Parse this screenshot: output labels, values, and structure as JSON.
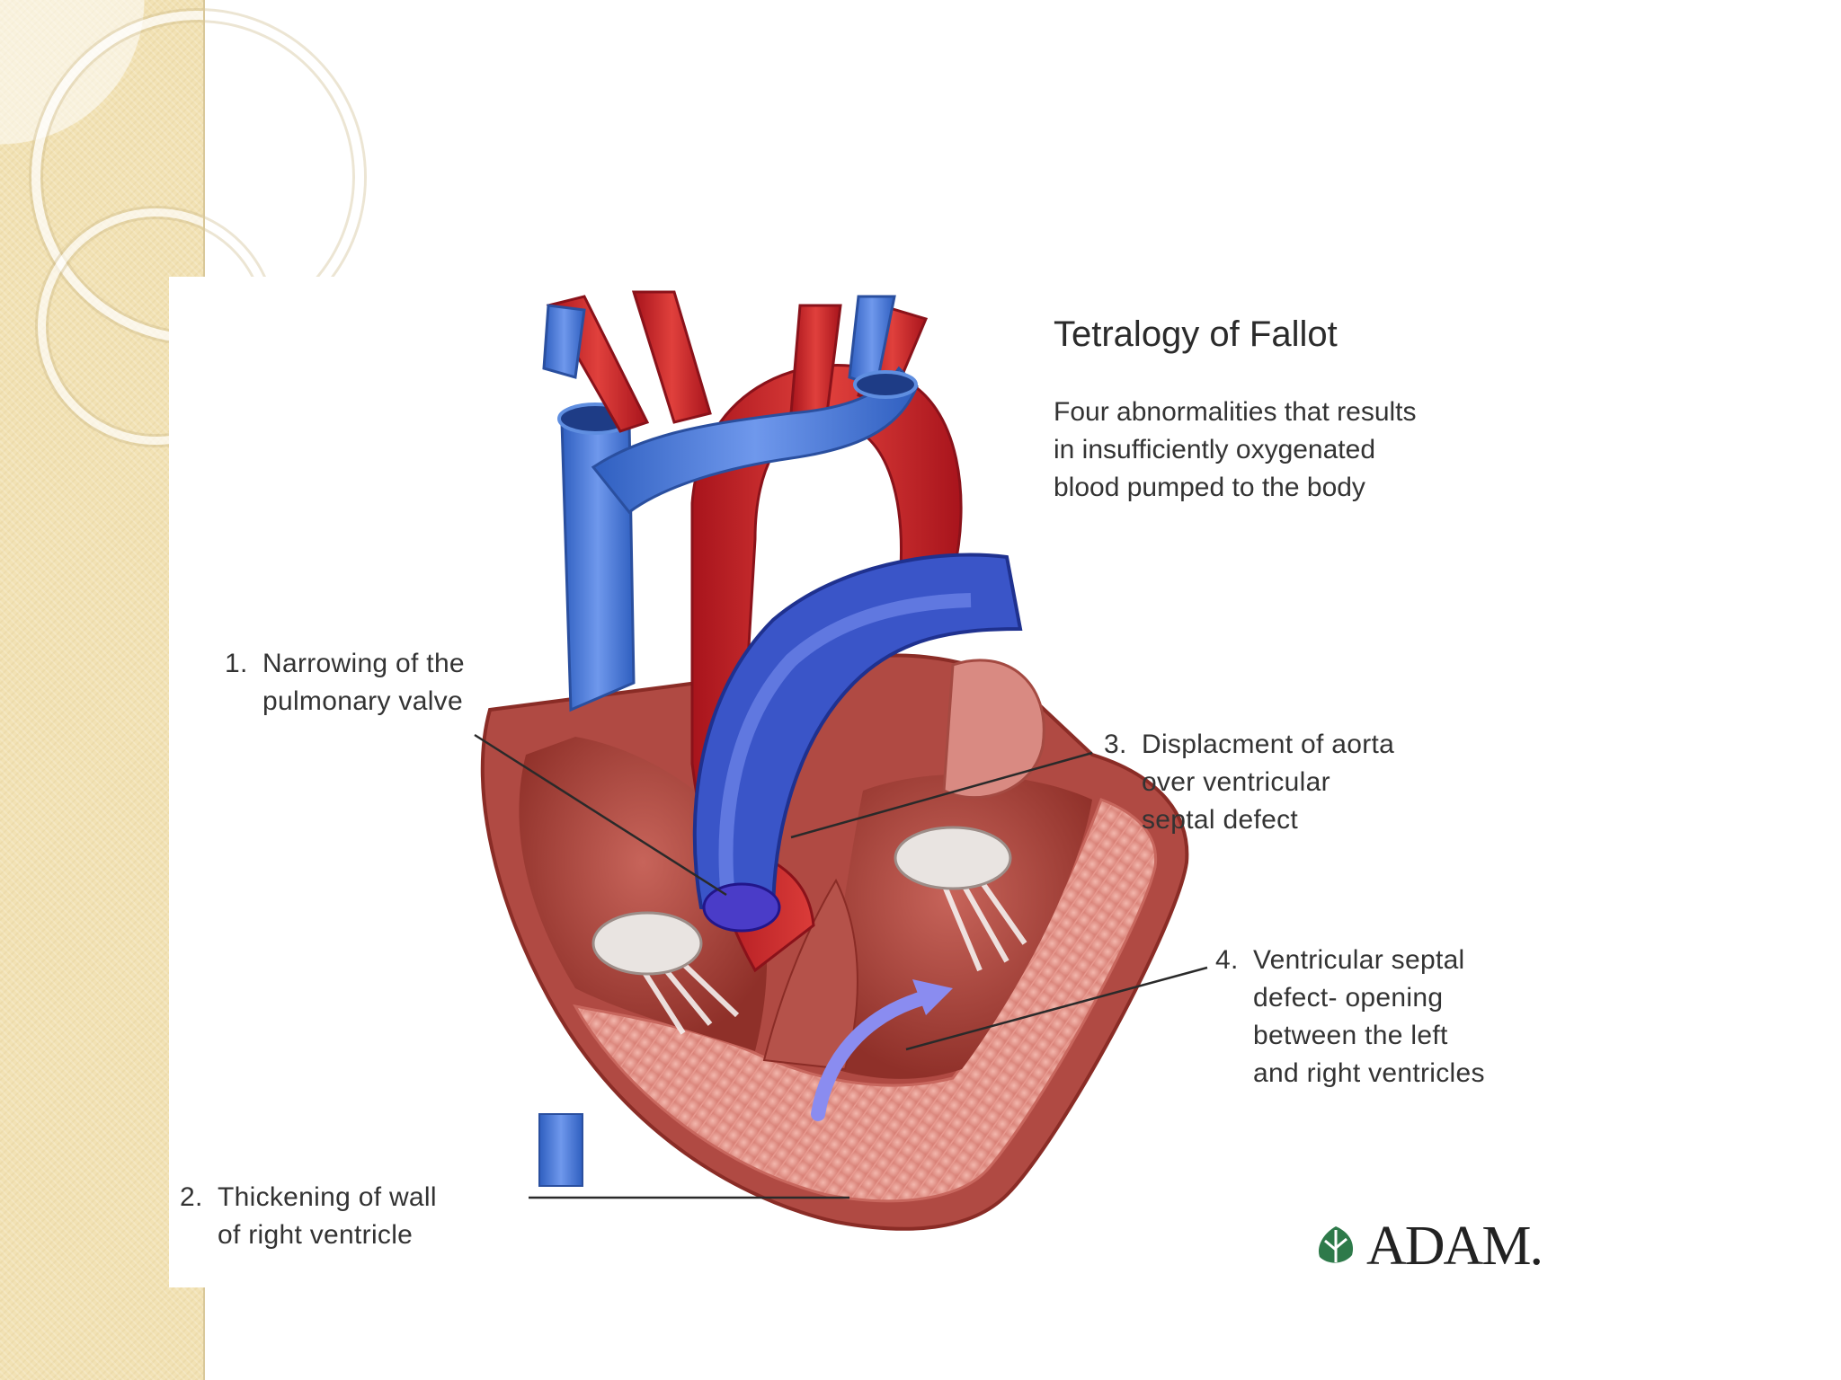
{
  "title": "Tetralogy of Fallot",
  "subtitle_lines": [
    "Four abnormalities that results",
    "in insufficiently oxygenated",
    "blood pumped to the body"
  ],
  "labels": [
    {
      "number": "1.",
      "lines": [
        "Narrowing of the",
        "pulmonary valve"
      ]
    },
    {
      "number": "2.",
      "lines": [
        "Thickening of wall",
        "of right ventricle"
      ]
    },
    {
      "number": "3.",
      "lines": [
        "Displacment of aorta",
        "over ventricular",
        "septal defect"
      ]
    },
    {
      "number": "4.",
      "lines": [
        "Ventricular septal",
        "defect- opening",
        "between the left",
        "and right ventricles"
      ]
    }
  ],
  "logo": {
    "text": "ADAM."
  },
  "colors": {
    "artery_red": "#c8202a",
    "vein_blue": "#3f6fd0",
    "pulmonary_blue": "#3a55c8",
    "muscle_pink": "#e79a94",
    "muscle_dark": "#a8453f",
    "background_band": "#f2e2b4"
  }
}
